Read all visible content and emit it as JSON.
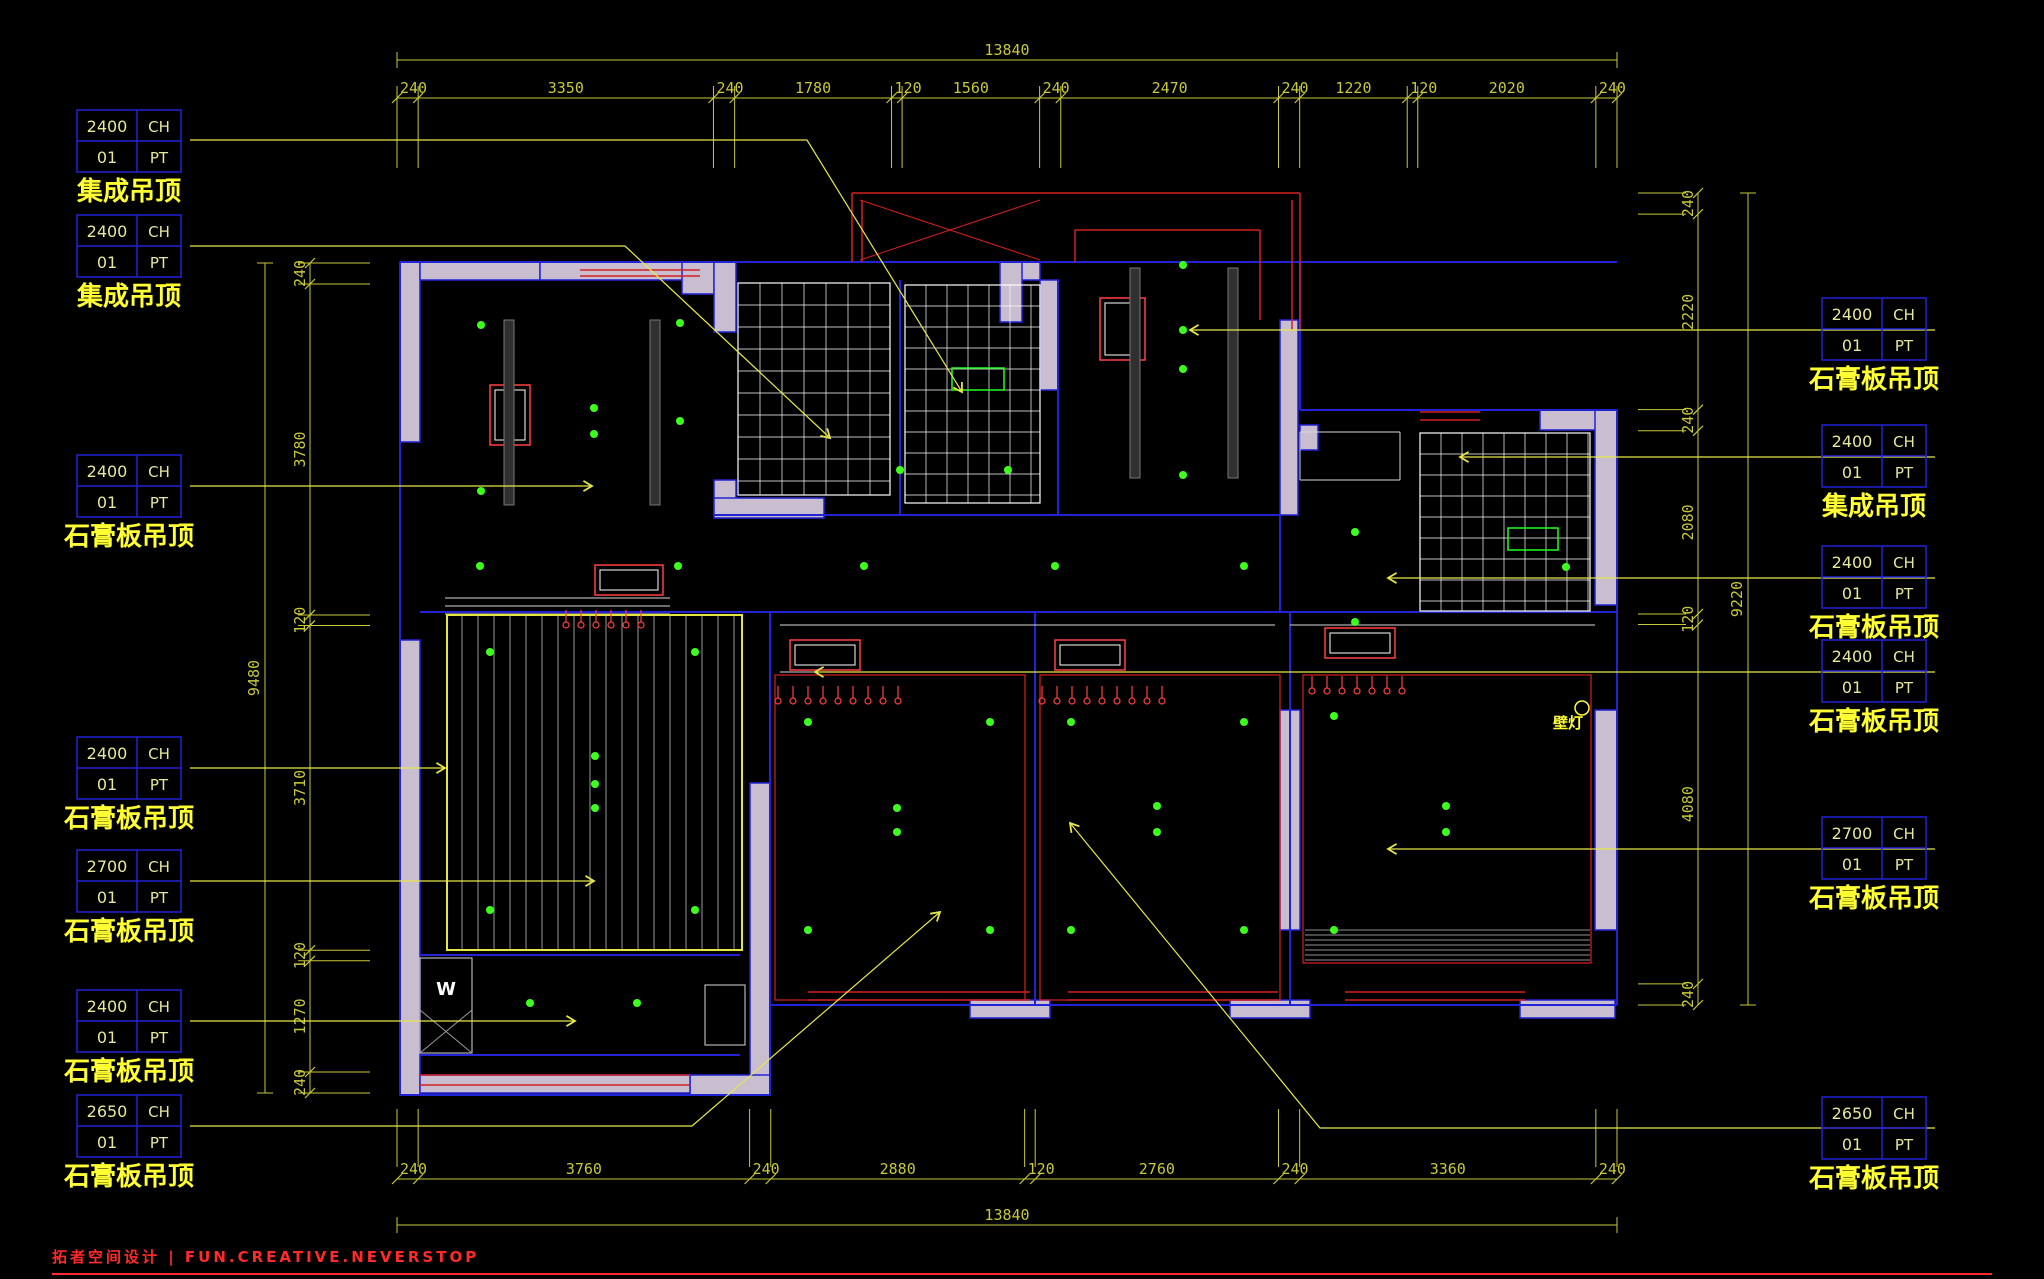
{
  "colors": {
    "background": "#000000",
    "dimension": "#c8c83a",
    "wall_fill": "#c8bed0",
    "wall_outline": "#2323d6",
    "wall_red": "#d42020",
    "leader": "#e6e64a",
    "light": "#3cff1e",
    "tag_text": "#ffff33",
    "box_text": "#e8e89a",
    "footer": "#ff2a2a",
    "grid": "#ffffff",
    "fixture": "#ff4040"
  },
  "dimensions": {
    "top_total": "13840",
    "top_segments": [
      "240",
      "3350",
      "240",
      "1780",
      "120",
      "1560",
      "240",
      "2470",
      "240",
      "1220",
      "120",
      "2020",
      "240"
    ],
    "bottom_total": "13840",
    "bottom_segments": [
      "240",
      "3760",
      "240",
      "2880",
      "120",
      "2760",
      "240",
      "3360",
      "240"
    ],
    "left_total": "9480",
    "left_segments": [
      "240",
      "3780",
      "120",
      "3710",
      "120",
      "1270",
      "240"
    ],
    "right_total": "9220",
    "right_segments": [
      "240",
      "2220",
      "240",
      "2080",
      "120",
      "4080",
      "240"
    ]
  },
  "ceiling_tags": [
    {
      "ch": "2400",
      "pt": "01",
      "ch_label": "CH",
      "pt_label": "PT",
      "name": "集成吊顶"
    },
    {
      "ch": "2400",
      "pt": "01",
      "ch_label": "CH",
      "pt_label": "PT",
      "name": "集成吊顶"
    },
    {
      "ch": "2400",
      "pt": "01",
      "ch_label": "CH",
      "pt_label": "PT",
      "name": "石膏板吊顶"
    },
    {
      "ch": "2400",
      "pt": "01",
      "ch_label": "CH",
      "pt_label": "PT",
      "name": "石膏板吊顶"
    },
    {
      "ch": "2700",
      "pt": "01",
      "ch_label": "CH",
      "pt_label": "PT",
      "name": "石膏板吊顶"
    },
    {
      "ch": "2400",
      "pt": "01",
      "ch_label": "CH",
      "pt_label": "PT",
      "name": "石膏板吊顶"
    },
    {
      "ch": "2650",
      "pt": "01",
      "ch_label": "CH",
      "pt_label": "PT",
      "name": "石膏板吊顶"
    },
    {
      "ch": "2400",
      "pt": "01",
      "ch_label": "CH",
      "pt_label": "PT",
      "name": "石膏板吊顶"
    },
    {
      "ch": "2400",
      "pt": "01",
      "ch_label": "CH",
      "pt_label": "PT",
      "name": "集成吊顶"
    },
    {
      "ch": "2400",
      "pt": "01",
      "ch_label": "CH",
      "pt_label": "PT",
      "name": "石膏板吊顶"
    },
    {
      "ch": "2400",
      "pt": "01",
      "ch_label": "CH",
      "pt_label": "PT",
      "name": "石膏板吊顶"
    },
    {
      "ch": "2700",
      "pt": "01",
      "ch_label": "CH",
      "pt_label": "PT",
      "name": "石膏板吊顶"
    },
    {
      "ch": "2650",
      "pt": "01",
      "ch_label": "CH",
      "pt_label": "PT",
      "name": "石膏板吊顶"
    }
  ],
  "annotations": {
    "wall_lamp": "壁灯",
    "wardrobe_mark": "W"
  },
  "footer": {
    "text": "拓者空间设计 | FUN.CREATIVE.NEVERSTOP"
  }
}
